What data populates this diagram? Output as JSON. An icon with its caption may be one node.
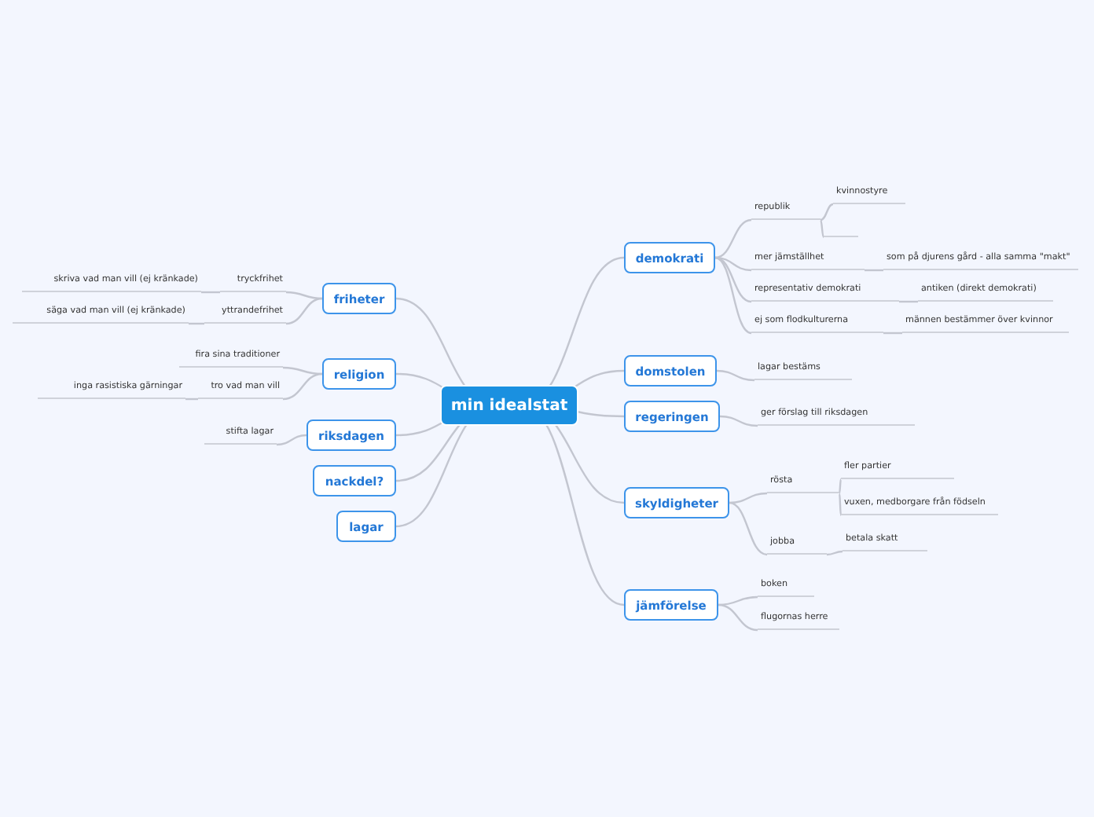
{
  "diagram": {
    "nodes": [
      {
        "text": [
          "min idealstat"
        ]
      },
      {
        "text": [
          "demokrati"
        ]
      },
      {
        "text": [
          "republik"
        ]
      },
      {
        "text": [
          "kvinnostyre"
        ]
      },
      {
        "text": [],
        "shape": "line"
      },
      {
        "text": [
          "mer jämställhet"
        ]
      },
      {
        "text": [
          "som på djurens gård - alla samma \"makt\""
        ]
      },
      {
        "text": [
          "representativ demokrati"
        ]
      },
      {
        "text": [
          "antiken (direkt demokrati)"
        ]
      },
      {
        "text": [
          "ej som flodkulturerna"
        ]
      },
      {
        "text": [
          "männen bestämmer över kvinnor"
        ]
      },
      {
        "text": [
          "domstolen"
        ]
      },
      {
        "text": [
          "lagar bestäms"
        ]
      },
      {
        "text": [
          "regeringen"
        ]
      },
      {
        "text": [
          "ger förslag till riksdagen"
        ]
      },
      {
        "text": [
          "skyldigheter"
        ]
      },
      {
        "text": [
          "rösta"
        ]
      },
      {
        "text": [
          "fler partier"
        ]
      },
      {
        "text": [
          "vuxen, medborgare från födseln"
        ]
      },
      {
        "text": [
          "jobba"
        ]
      },
      {
        "text": [
          "betala skatt"
        ]
      },
      {
        "text": [
          "jämförelse"
        ]
      },
      {
        "text": [
          "boken"
        ]
      },
      {
        "text": [
          "flugornas herre"
        ]
      },
      {
        "text": [
          "friheter"
        ]
      },
      {
        "text": [
          "tryckfrihet"
        ]
      },
      {
        "text": [
          "skriva vad man vill (ej kränkade)"
        ]
      },
      {
        "text": [
          "yttrandefrihet"
        ]
      },
      {
        "text": [
          "säga vad man vill (ej kränkade)"
        ]
      },
      {
        "text": [
          "religion"
        ]
      },
      {
        "text": [
          "fira sina traditioner"
        ]
      },
      {
        "text": [
          "tro vad man vill"
        ]
      },
      {
        "text": [
          "inga rasistiska gärningar"
        ]
      },
      {
        "text": [
          "riksdagen"
        ]
      },
      {
        "text": [
          "stifta lagar"
        ]
      },
      {
        "text": [
          "nackdel?"
        ]
      },
      {
        "text": [
          "lagar"
        ]
      }
    ],
    "edges": [
      {
        "from": 0,
        "to": 1,
        "arrow": "none"
      },
      {
        "from": 1,
        "to": 2,
        "arrow": "none"
      },
      {
        "from": 2,
        "to": 3,
        "arrow": "none"
      },
      {
        "from": 2,
        "to": 4,
        "arrow": "none"
      },
      {
        "from": 1,
        "to": 5,
        "arrow": "none"
      },
      {
        "from": 5,
        "to": 6,
        "arrow": "none"
      },
      {
        "from": 1,
        "to": 7,
        "arrow": "none"
      },
      {
        "from": 7,
        "to": 8,
        "arrow": "none"
      },
      {
        "from": 1,
        "to": 9,
        "arrow": "none"
      },
      {
        "from": 9,
        "to": 10,
        "arrow": "none"
      },
      {
        "from": 0,
        "to": 11,
        "arrow": "none"
      },
      {
        "from": 11,
        "to": 12,
        "arrow": "none"
      },
      {
        "from": 0,
        "to": 13,
        "arrow": "none"
      },
      {
        "from": 13,
        "to": 14,
        "arrow": "none"
      },
      {
        "from": 0,
        "to": 15,
        "arrow": "none"
      },
      {
        "from": 15,
        "to": 16,
        "arrow": "none"
      },
      {
        "from": 16,
        "to": 17,
        "arrow": "none"
      },
      {
        "from": 16,
        "to": 18,
        "arrow": "none"
      },
      {
        "from": 15,
        "to": 19,
        "arrow": "none"
      },
      {
        "from": 19,
        "to": 20,
        "arrow": "none"
      },
      {
        "from": 0,
        "to": 21,
        "arrow": "none"
      },
      {
        "from": 21,
        "to": 22,
        "arrow": "none"
      },
      {
        "from": 21,
        "to": 23,
        "arrow": "none"
      },
      {
        "from": 0,
        "to": 24,
        "arrow": "none"
      },
      {
        "from": 24,
        "to": 25,
        "arrow": "none"
      },
      {
        "from": 25,
        "to": 26,
        "arrow": "none"
      },
      {
        "from": 24,
        "to": 27,
        "arrow": "none"
      },
      {
        "from": 27,
        "to": 28,
        "arrow": "none"
      },
      {
        "from": 0,
        "to": 29,
        "arrow": "none"
      },
      {
        "from": 29,
        "to": 30,
        "arrow": "none"
      },
      {
        "from": 29,
        "to": 31,
        "arrow": "none"
      },
      {
        "from": 31,
        "to": 32,
        "arrow": "none"
      },
      {
        "from": 0,
        "to": 33,
        "arrow": "none"
      },
      {
        "from": 33,
        "to": 34,
        "arrow": "none"
      },
      {
        "from": 0,
        "to": 35,
        "arrow": "none"
      },
      {
        "from": 0,
        "to": 36,
        "arrow": "none"
      }
    ]
  }
}
